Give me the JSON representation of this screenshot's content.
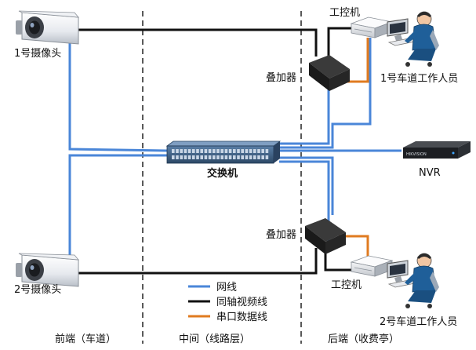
{
  "labels": {
    "camera1": "1号摄像头",
    "camera2": "2号摄像头",
    "switch": "交换机",
    "overlay1": "叠加器",
    "overlay2": "叠加器",
    "ipc1": "工控机",
    "ipc2": "工控机",
    "staff1": "1号车道工作人员",
    "staff2": "2号车道工作人员",
    "nvr": "NVR",
    "nvr_device_text": "HIKVISION"
  },
  "legend": [
    {
      "label": "网线",
      "color": "#4a86d8"
    },
    {
      "label": "同轴视频线",
      "color": "#111111"
    },
    {
      "label": "串口数据线",
      "color": "#e07b20"
    }
  ],
  "zones": {
    "front": "前端（车道）",
    "middle": "中间（线路层）",
    "back": "后端（收费亭）"
  },
  "colors": {
    "network": "#4a86d8",
    "coax": "#111111",
    "serial": "#e07b20"
  }
}
